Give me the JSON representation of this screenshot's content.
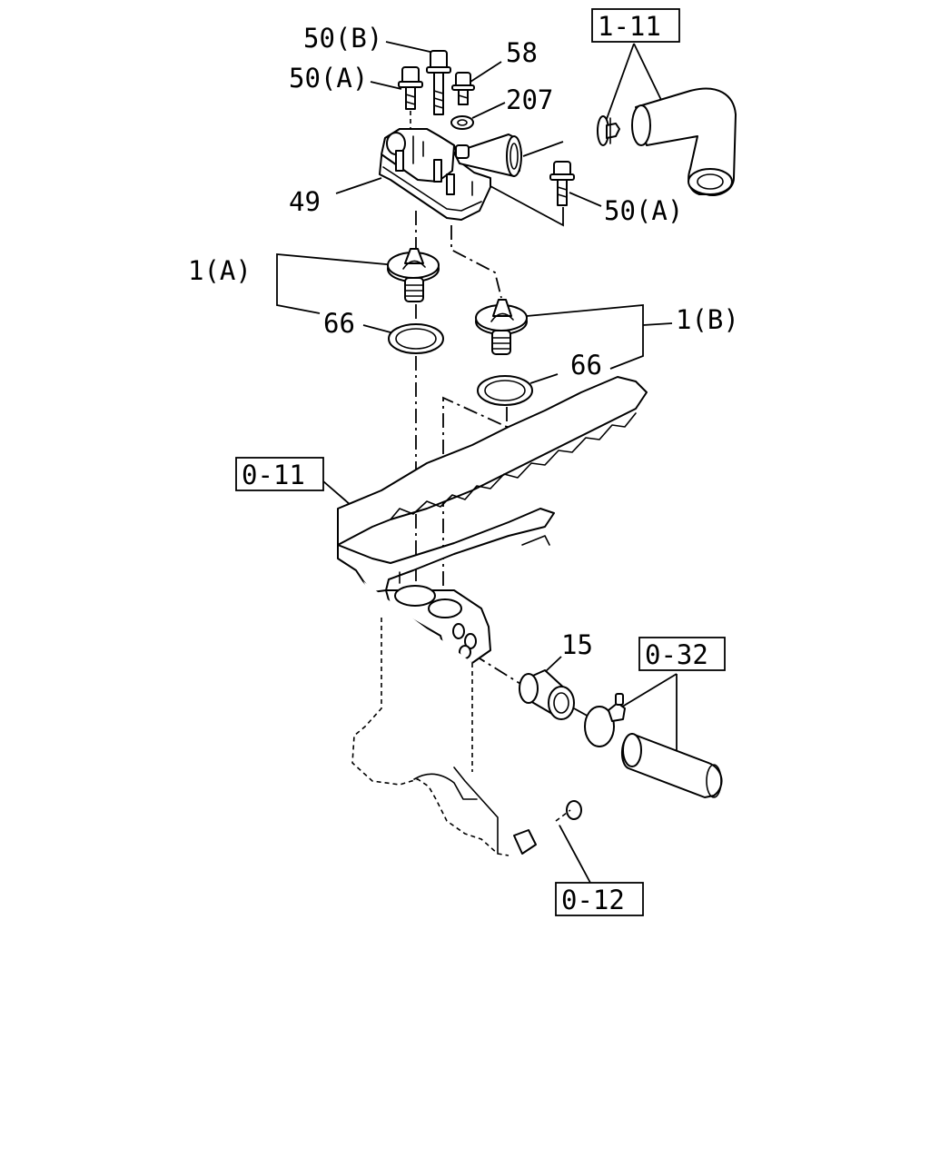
{
  "labels": {
    "bolt_50b": "50(B)",
    "bolt_50a_top": "50(A)",
    "bolt_58": "58",
    "washer_207": "207",
    "housing_49": "49",
    "bolt_50a_right": "50(A)",
    "thermostat_1a": "1(A)",
    "thermostat_1b": "1(B)",
    "gasket_66_left": "66",
    "gasket_66_right": "66",
    "part_15": "15"
  },
  "refs": {
    "hose_upper": "1-11",
    "block": "0-11",
    "hose_lower": "0-32",
    "block_lower": "0-12"
  }
}
